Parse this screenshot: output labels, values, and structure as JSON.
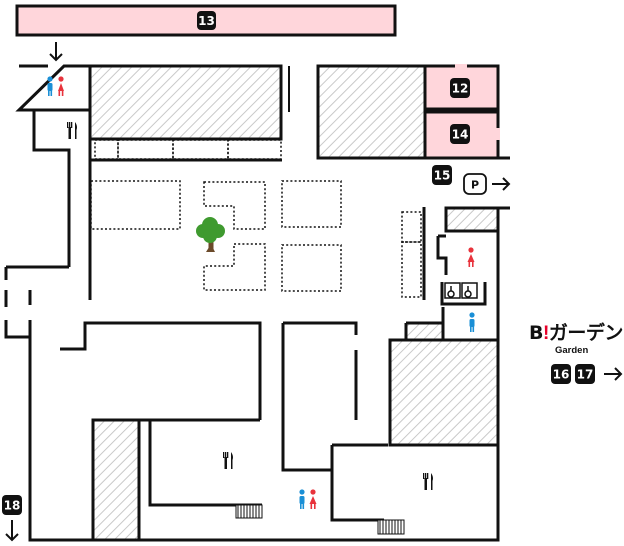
{
  "map": {
    "areas": {
      "a13": "13",
      "a12": "12",
      "a14": "14",
      "a15": "15",
      "a16": "16",
      "a17": "17",
      "a18": "18"
    },
    "parking_label": "P",
    "garden": {
      "brand_b": "B",
      "brand_bang": "!",
      "name": "ガーデン",
      "subtitle": "Garden"
    },
    "colors": {
      "shop_pink": "#ffd6db",
      "wall": "#111111",
      "hatch": "#cfcfcf",
      "male": "#1a8fd6",
      "female": "#e8333c",
      "tree": "#3f9a2f"
    },
    "icons": [
      "arrow-down-icon",
      "arrow-right-icon",
      "restroom-icon",
      "restaurant-icon",
      "tree-icon",
      "wheelchair-icon",
      "escalator-icon",
      "parking-icon"
    ]
  }
}
